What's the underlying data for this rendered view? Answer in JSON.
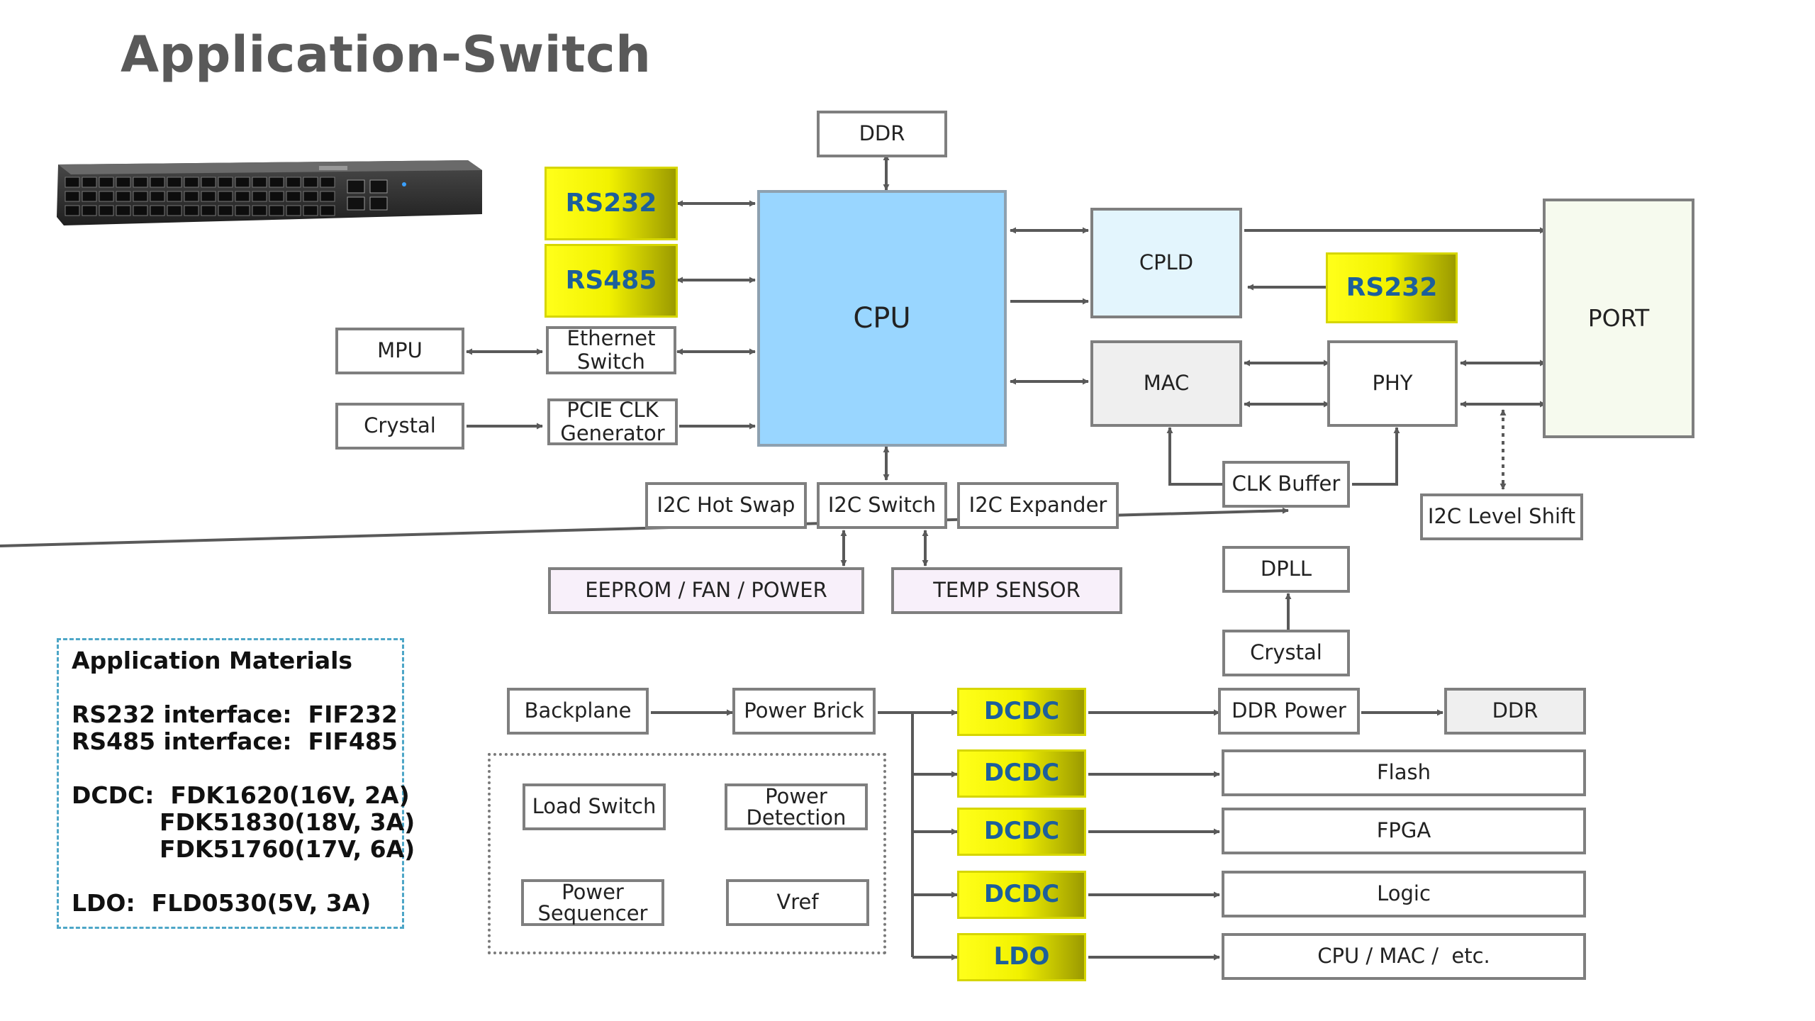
{
  "title": "Application-Switch",
  "blocks": {
    "ddr_top": "DDR",
    "rs232_left": "RS232",
    "rs485": "RS485",
    "cpu": "CPU",
    "cpld": "CPLD",
    "rs232_right": "RS232",
    "port": "PORT",
    "mpu": "MPU",
    "ethernet_switch": "Ethernet\nSwitch",
    "crystal_left": "Crystal",
    "pcie_clk": "PCIE CLK\nGenerator",
    "mac": "MAC",
    "phy": "PHY",
    "i2c_hot_swap": "I2C Hot Swap",
    "i2c_switch": "I2C Switch",
    "i2c_expander": "I2C Expander",
    "clk_buffer": "CLK Buffer",
    "i2c_level_shift": "I2C Level Shift",
    "eeprom_fan_power": "EEPROM / FAN / POWER",
    "temp_sensor": "TEMP SENSOR",
    "dpll": "DPLL",
    "crystal_right": "Crystal",
    "backplane": "Backplane",
    "power_brick": "Power Brick",
    "ddr_power": "DDR Power",
    "ddr_bottom": "DDR",
    "dcdc_1": "DCDC",
    "dcdc_2": "DCDC",
    "dcdc_3": "DCDC",
    "dcdc_4": "DCDC",
    "ldo": "LDO",
    "flash": "Flash",
    "fpga": "FPGA",
    "logic": "Logic",
    "cpu_mac_etc": "CPU / MAC /  etc.",
    "load_switch": "Load Switch",
    "power_detection": "Power\nDetection",
    "power_sequencer": "Power\nSequencer",
    "vref": "Vref"
  },
  "materials": {
    "heading": "Application Materials",
    "rs232": "RS232 interface:  FIF232",
    "rs485": "RS485 interface:  FIF485",
    "dcdc_1": "DCDC:  FDK1620(16V, 2A)",
    "dcdc_2": "FDK51830(18V, 3A)",
    "dcdc_3": "FDK51760(17V, 6A)",
    "ldo": "LDO:  FLD0530(5V, 3A)"
  },
  "colors": {
    "highlight_yellow": "#f2f200",
    "highlight_text": "#1c5f9b",
    "cpu_fill": "#99d6ff",
    "line": "#595959"
  }
}
